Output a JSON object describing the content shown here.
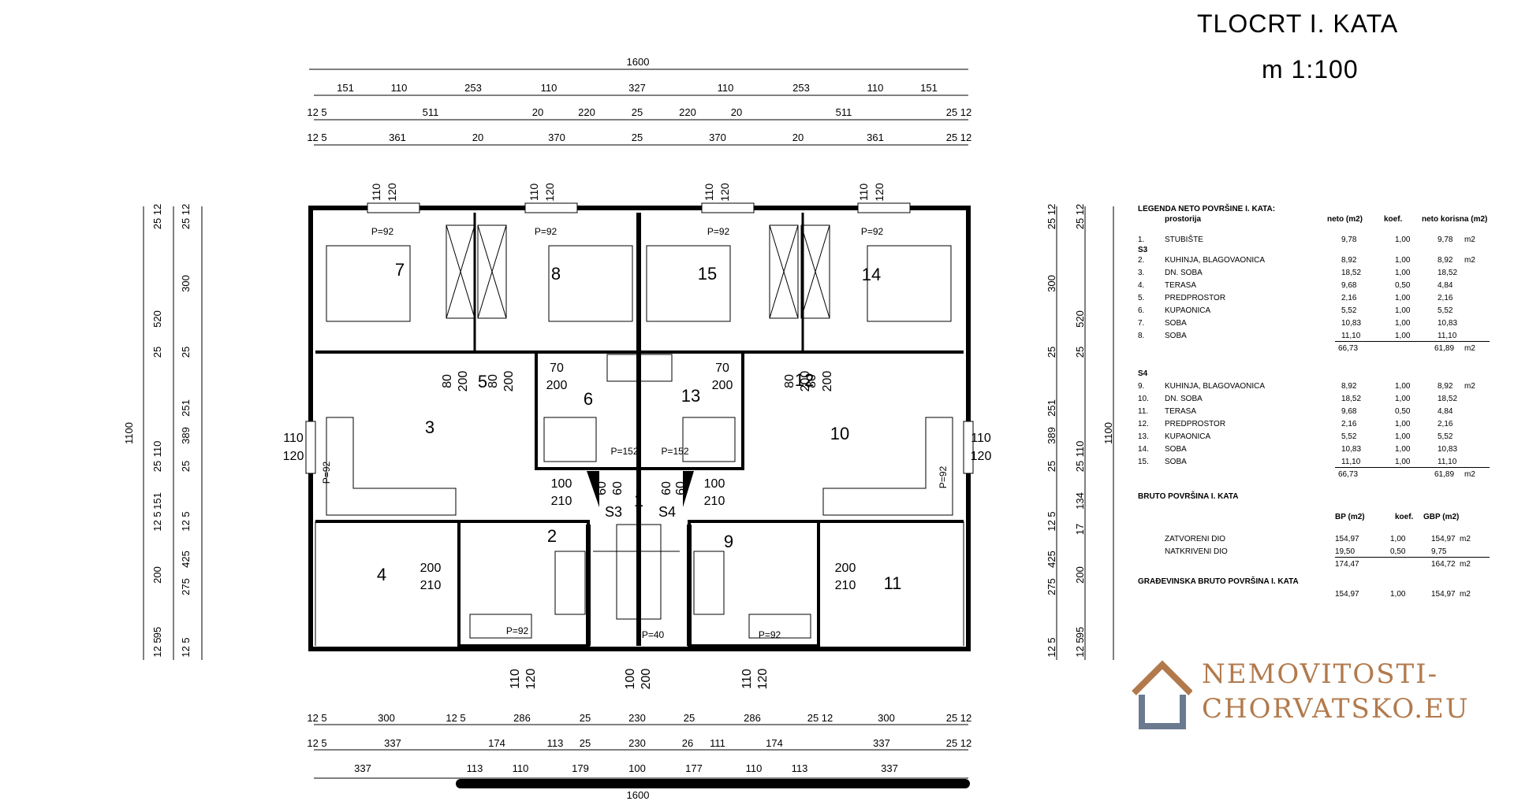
{
  "title": {
    "line1": "TLOCRT  I. KATA",
    "line2": "m 1:100"
  },
  "dims_top": {
    "total": "1600",
    "row1": [
      "151",
      "110",
      "253",
      "110",
      "327",
      "110",
      "253",
      "110",
      "151"
    ],
    "row2": [
      "12 5",
      "511",
      "20",
      "220",
      "25",
      "220",
      "20",
      "511",
      "25 12"
    ],
    "row3": [
      "12 5",
      "361",
      "20",
      "370",
      "25",
      "370",
      "20",
      "361",
      "25 12"
    ]
  },
  "dims_bottom": {
    "row1": [
      "12 5",
      "300",
      "12 5",
      "286",
      "25",
      "230",
      "25",
      "286",
      "25 12",
      "300",
      "25 12"
    ],
    "row2": [
      "12 5",
      "337",
      "174",
      "113",
      "25",
      "230",
      "26",
      "111",
      "174",
      "337",
      "25 12"
    ],
    "row3": [
      "337",
      "113",
      "110",
      "179",
      "100",
      "177",
      "110",
      "113",
      "337"
    ],
    "total": "1600"
  },
  "dims_left": {
    "total": "1100",
    "outer": [
      "520",
      "110",
      "151",
      "200",
      "95",
      "25 12",
      "25",
      "25",
      "12 5",
      "12 5"
    ],
    "inner": [
      "300",
      "251",
      "389",
      "425",
      "275",
      "25 12",
      "25",
      "25",
      "12 5",
      "12 5"
    ]
  },
  "dims_right": {
    "total": "1100",
    "outer": [
      "520",
      "110",
      "134",
      "200",
      "95",
      "17",
      "25 12",
      "25",
      "25",
      "12 5"
    ],
    "inner": [
      "300",
      "251",
      "389",
      "425",
      "275",
      "25 12",
      "25",
      "25",
      "12 5",
      "12 5"
    ]
  },
  "rooms": [
    "7",
    "8",
    "15",
    "14",
    "3",
    "10",
    "5",
    "6",
    "13",
    "12",
    "4",
    "2",
    "1",
    "9",
    "11"
  ],
  "stairs": [
    "S3",
    "S4"
  ],
  "window_labels": [
    "P=92",
    "P=92",
    "P=92",
    "P=92",
    "P=92",
    "P=92",
    "P=92",
    "P=92",
    "P=40",
    "P=152",
    "P=152"
  ],
  "opening_labels": {
    "top_win": [
      "110",
      "120"
    ],
    "side_win": [
      "110",
      "120"
    ],
    "bath_door": [
      "70",
      "200"
    ],
    "int_door": [
      "80",
      "200"
    ],
    "entry_door": [
      "100",
      "210"
    ],
    "stair_door": [
      "60",
      "60"
    ],
    "terrace_door": [
      "200",
      "210"
    ],
    "bottom_mid": [
      "100",
      "200"
    ]
  },
  "legend": {
    "heading": "LEGENDA NETO POVRŠINE I. KATA:",
    "col_room": "prostorija",
    "col_net": "neto (m2)",
    "col_coef": "koef.",
    "col_useful": "neto korisna (m2)",
    "rows_common": [
      {
        "n": "1.",
        "name": "STUBIŠTE",
        "net": "9,78",
        "k": "1,00",
        "u": "9,78",
        "unit": "m2"
      }
    ],
    "s3_label": "S3",
    "rows_s3": [
      {
        "n": "2.",
        "name": "KUHINJA, BLAGOVAONICA",
        "net": "8,92",
        "k": "1,00",
        "u": "8,92",
        "unit": "m2"
      },
      {
        "n": "3.",
        "name": "DN. SOBA",
        "net": "18,52",
        "k": "1,00",
        "u": "18,52",
        "unit": ""
      },
      {
        "n": "4.",
        "name": "TERASA",
        "net": "9,68",
        "k": "0,50",
        "u": "4,84",
        "unit": ""
      },
      {
        "n": "5.",
        "name": "PREDPROSTOR",
        "net": "2,16",
        "k": "1,00",
        "u": "2,16",
        "unit": ""
      },
      {
        "n": "6.",
        "name": "KUPAONICA",
        "net": "5,52",
        "k": "1,00",
        "u": "5,52",
        "unit": ""
      },
      {
        "n": "7.",
        "name": "SOBA",
        "net": "10,83",
        "k": "1,00",
        "u": "10,83",
        "unit": ""
      },
      {
        "n": "8.",
        "name": "SOBA",
        "net": "11,10",
        "k": "1,00",
        "u": "11,10",
        "unit": ""
      }
    ],
    "s3_total": {
      "net": "66,73",
      "u": "61,89",
      "unit": "m2"
    },
    "s4_label": "S4",
    "rows_s4": [
      {
        "n": "9.",
        "name": "KUHINJA, BLAGOVAONICA",
        "net": "8,92",
        "k": "1,00",
        "u": "8,92",
        "unit": "m2"
      },
      {
        "n": "10.",
        "name": "DN. SOBA",
        "net": "18,52",
        "k": "1,00",
        "u": "18,52",
        "unit": ""
      },
      {
        "n": "11.",
        "name": "TERASA",
        "net": "9,68",
        "k": "0,50",
        "u": "4,84",
        "unit": ""
      },
      {
        "n": "12.",
        "name": "PREDPROSTOR",
        "net": "2,16",
        "k": "1,00",
        "u": "2,16",
        "unit": ""
      },
      {
        "n": "13.",
        "name": "KUPAONICA",
        "net": "5,52",
        "k": "1,00",
        "u": "5,52",
        "unit": ""
      },
      {
        "n": "14.",
        "name": "SOBA",
        "net": "10,83",
        "k": "1,00",
        "u": "10,83",
        "unit": ""
      },
      {
        "n": "15.",
        "name": "SOBA",
        "net": "11,10",
        "k": "1,00",
        "u": "11,10",
        "unit": ""
      }
    ],
    "s4_total": {
      "net": "66,73",
      "u": "61,89",
      "unit": "m2"
    },
    "gross_heading": "BRUTO POVRŠINA  I. KATA",
    "gross_cols": {
      "bp": "BP (m2)",
      "k": "koef.",
      "gbp": "GBP (m2)"
    },
    "gross_rows": [
      {
        "name": "ZATVORENI DIO",
        "bp": "154,97",
        "k": "1,00",
        "gbp": "154,97",
        "unit": "m2"
      },
      {
        "name": "NATKRIVENI DIO",
        "bp": "19,50",
        "k": "0,50",
        "gbp": "9,75",
        "unit": ""
      }
    ],
    "gross_total": {
      "bp": "174,47",
      "gbp": "164,72",
      "unit": "m2"
    },
    "building_heading": "GRAĐEVINSKA BRUTO POVRŠINA I. KATA",
    "building_row": {
      "bp": "154,97",
      "k": "1,00",
      "gbp": "154,97",
      "unit": "m2"
    }
  },
  "logo": {
    "line1": "NEMOVITOSTI-",
    "line2": "CHORVATSKO.EU"
  },
  "colors": {
    "logo": "#b27a4c",
    "line": "#000000",
    "wall": "#000000"
  }
}
